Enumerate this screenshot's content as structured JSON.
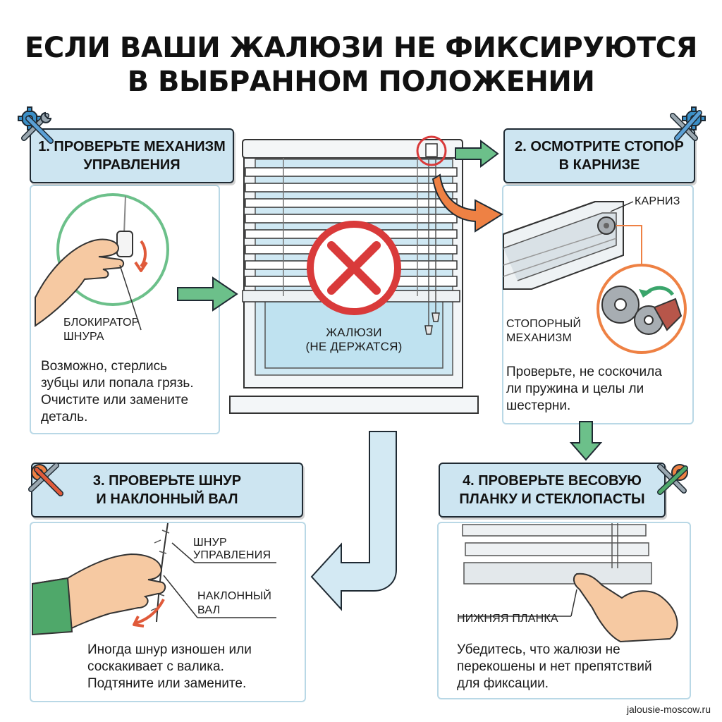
{
  "title": {
    "line1": "ЕСЛИ ВАШИ ЖАЛЮЗИ НЕ ФИКСИРУЮТСЯ",
    "line2": "В ВЫБРАННОМ ПОЛОЖЕНИИ"
  },
  "center": {
    "caption_line1": "ЖАЛЮЗИ",
    "caption_line2": "(НЕ ДЕРЖАТСЯ)"
  },
  "step1": {
    "header_line1": "1. ПРОВЕРЬТЕ МЕХАНИЗМ",
    "header_line2": "УПРАВЛЕНИЯ",
    "label_line1": "БЛОКИРАТОР",
    "label_line2": "ШНУРА",
    "text": [
      "Возможно, стерлись",
      "зубцы или попала грязь.",
      "Очистите или замените",
      "деталь."
    ]
  },
  "step2": {
    "header_line1": "2. ОСМОТРИТЕ СТОПОР",
    "header_line2": "В КАРНИЗЕ",
    "label_cornice": "КАРНИЗ",
    "label_mech_line1": "СТОПОРНЫЙ",
    "label_mech_line2": "МЕХАНИЗМ",
    "text": [
      "Проверьте, не соскочила",
      "ли пружина и целы ли",
      "шестерни."
    ]
  },
  "step3": {
    "header_line1": "3. ПРОВЕРЬТЕ ШНУР",
    "header_line2": "И НАКЛОННЫЙ ВАЛ",
    "label_cord_line1": "ШНУР",
    "label_cord_line2": "УПРАВЛЕНИЯ",
    "label_shaft_line1": "НАКЛОННЫЙ",
    "label_shaft_line2": "ВАЛ",
    "text": [
      "Иногда шнур изношен или",
      "соскакивает с валика.",
      "Подтяните или замените."
    ]
  },
  "step4": {
    "header_line1": "4. ПРОВЕРЬТЕ ВЕСОВУЮ",
    "header_line2": "ПЛАНКУ И СТЕКЛОПАСТЫ",
    "label_bottom": "НИЖНЯЯ ПЛАНКА",
    "text": [
      "Убедитесь, что жалюзи не",
      "перекошены и нет препятствий",
      "для фиксации."
    ]
  },
  "footer": "jalousie-moscow.ru",
  "colors": {
    "header_bg": "#cde5f1",
    "frame": "#b9d8e6",
    "green_arrow": "#6cc08a",
    "orange_arrow": "#ee8144",
    "red_sign": "#d93a3a",
    "blue_arrow": "#d3e9f3"
  }
}
